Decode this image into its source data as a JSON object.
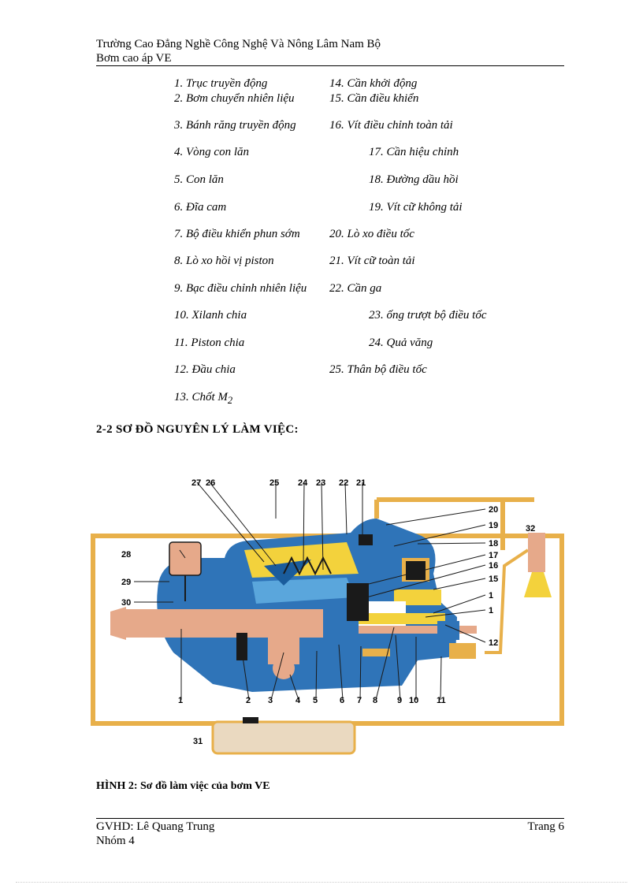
{
  "header": {
    "school": "Trường Cao Đẳng Nghề Công Nghệ Và Nông Lâm Nam Bộ",
    "subject": "Bơm cao áp VE"
  },
  "legend": [
    "1. Trục truyền động",
    "2. Bơm chuyển nhiên liệu",
    "3. Bánh răng truyền động",
    "4. Vòng con lăn",
    "5. Con lăn",
    "6. Đĩa cam",
    "7. Bộ điều khiển phun sớm",
    "8. Lò xo hồi vị piston",
    "9. Bạc điều chỉnh nhiên liệu",
    "10. Xilanh chia",
    "11. Piston chia",
    "12. Đầu chia",
    "13. Chốt M",
    "14. Cần khởi động",
    "15. Cần điều khiển",
    "16. Vít điều chỉnh toàn tải",
    "17. Cần hiệu chỉnh",
    "18. Đường dầu hồi",
    "19. Vít cữ không tải",
    "20. Lò xo điều tốc",
    "21. Vít cữ toàn tải",
    "22. Cần ga",
    "23. ống trượt bộ điều tốc",
    "24. Quả văng",
    "25. Thân bộ điều tốc"
  ],
  "legend_sub": "2",
  "section_title": "2-2 SƠ ĐỒ NGUYÊN LÝ LÀM VIỆC:",
  "diagram": {
    "labels_top": [
      "27",
      "26",
      "25",
      "24",
      "23",
      "22",
      "21"
    ],
    "labels_bottom": [
      "1",
      "2",
      "3",
      "4",
      "5",
      "6",
      "7",
      "8",
      "9",
      "10",
      "11"
    ],
    "labels_right": [
      "20",
      "19",
      "18",
      "17",
      "16",
      "15",
      "1",
      "1",
      "12"
    ],
    "labels_left": [
      "28",
      "29",
      "30"
    ],
    "label_pipe": "32",
    "label_tank": "31",
    "colors": {
      "housing": "#2f74b8",
      "housing_light": "#5aa6dc",
      "shaft": "#e6a98a",
      "fuel_line": "#e8b04a",
      "yellow": "#f3d23c",
      "dark": "#1a1a1a",
      "tank": "#ead9c0"
    }
  },
  "caption": "HÌNH 2: Sơ đồ làm việc của bơm VE",
  "footer": {
    "teacher": "GVHD: Lê Quang Trung",
    "group": "Nhóm 4",
    "page": "Trang 6"
  }
}
